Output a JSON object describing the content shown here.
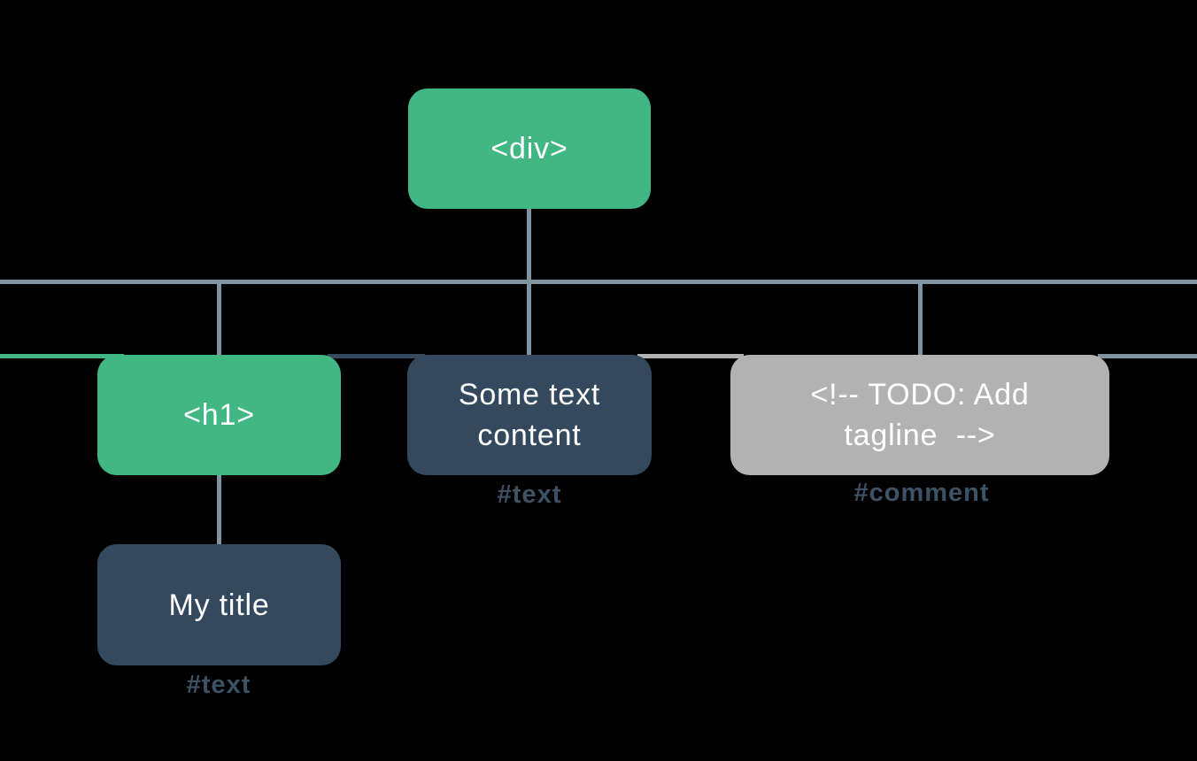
{
  "diagram": {
    "description": "DOM tree diagram",
    "colors": {
      "background": "#000000",
      "element_box": "#41b883",
      "text_node_box": "#35495e",
      "comment_node_box": "#b2b2b2",
      "connector_line": "#8093a1",
      "badge_text": "#3e5266",
      "box_text": "#ffffff"
    },
    "tree": {
      "root": {
        "label": "<div>"
      },
      "children": [
        {
          "label": "<h1>",
          "child": {
            "label": "My title",
            "badge": "#text"
          }
        },
        {
          "label": "Some text\ncontent",
          "badge": "#text"
        },
        {
          "label": "<!-- TODO: Add\ntagline  -->",
          "badge": "#comment"
        }
      ]
    }
  }
}
